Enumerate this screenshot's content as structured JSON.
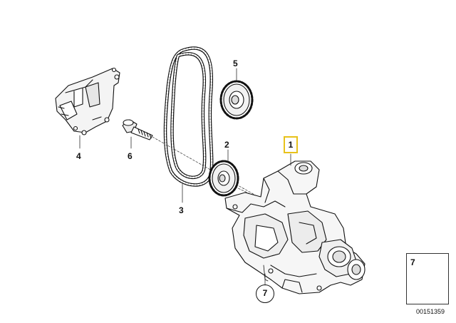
{
  "diagram": {
    "callouts": {
      "part_1": "1",
      "part_2": "2",
      "part_3": "3",
      "part_4": "4",
      "part_5": "5",
      "part_6": "6",
      "part_7": "7"
    },
    "highlight_color": "#e8c21b",
    "legend": {
      "number": "7",
      "icon": "bolt-icon"
    },
    "reference_number": "00151359"
  }
}
